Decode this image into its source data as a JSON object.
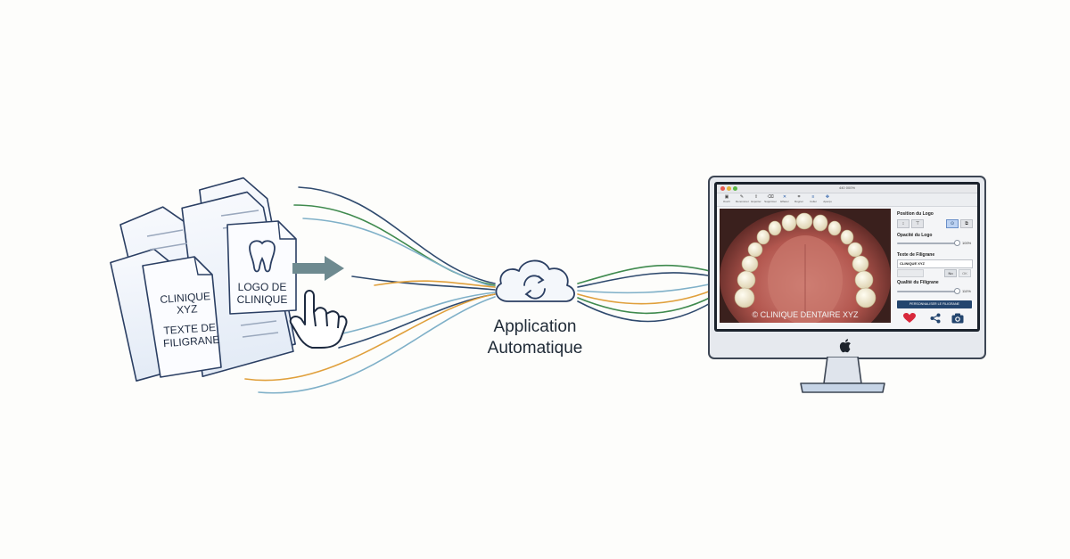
{
  "documents": {
    "doc_left_line1": "CLINIQUE",
    "doc_left_line2": "XYZ",
    "doc_left_line3": "TEXTE DE",
    "doc_left_line4": "FILIGRANE",
    "doc_logo_line1": "LOGO DE",
    "doc_logo_line2": "CLINIQUE"
  },
  "center": {
    "label_line1": "Application",
    "label_line2": "Automatique"
  },
  "app_window": {
    "title": "440 000%",
    "toolbar": [
      "Ouvrir",
      "Renommer",
      "Exporter",
      "Supprimer",
      "Effacer",
      "Rogner",
      "Coller",
      "Aperçu"
    ],
    "watermark": "© CLINIQUE DENTAIRE XYZ",
    "panel": {
      "position_label": "Position du Logo",
      "opacity_label": "Opacité du Logo",
      "opacity_value": "100%",
      "watermark_text_label": "Texte de Filigrane",
      "watermark_text_value": "CLINIQUE XYZ",
      "btn_no": "No",
      "btn_ok": "OK",
      "quality_label": "Qualité du Filigrane",
      "quality_value": "110%",
      "apply_button": "PERSONNALISER LE FILIGRANE"
    }
  },
  "colors": {
    "line_blue": "#2f4a6e",
    "line_green": "#3f8a4e",
    "line_orange": "#e0a03c",
    "line_teal": "#7fb0c8",
    "heart": "#d8283b",
    "accent": "#23456e"
  }
}
